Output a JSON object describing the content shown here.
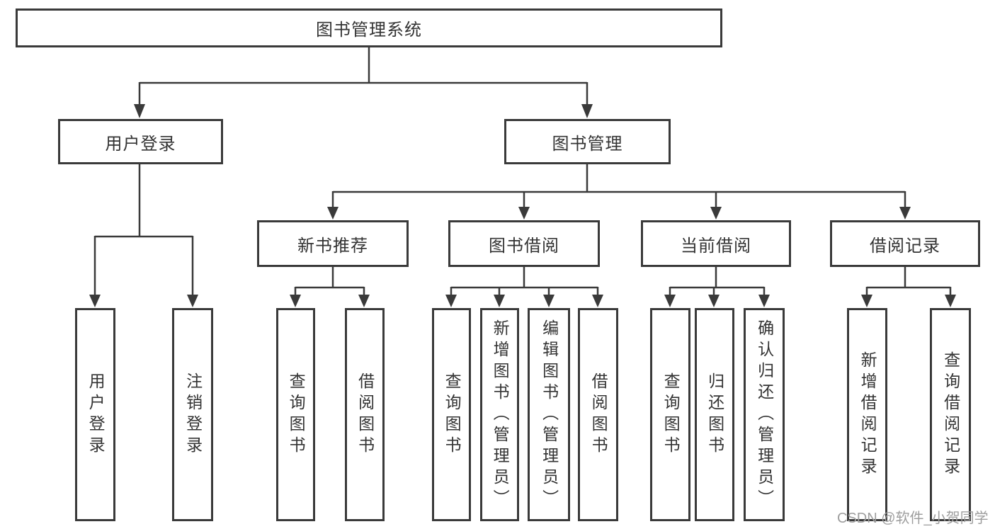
{
  "diagram": {
    "title": "图书管理系统",
    "tree": {
      "label": "图书管理系统",
      "children": [
        {
          "label": "用户登录",
          "children": [
            {
              "label": "用户登录"
            },
            {
              "label": "注销登录"
            }
          ]
        },
        {
          "label": "图书管理",
          "children": [
            {
              "label": "新书推荐",
              "children": [
                {
                  "label": "查询图书"
                },
                {
                  "label": "借阅图书"
                }
              ]
            },
            {
              "label": "图书借阅",
              "children": [
                {
                  "label": "查询图书"
                },
                {
                  "label": "新增图书（管理员）"
                },
                {
                  "label": "编辑图书（管理员）"
                },
                {
                  "label": "借阅图书"
                }
              ]
            },
            {
              "label": "当前借阅",
              "children": [
                {
                  "label": "查询图书"
                },
                {
                  "label": "归还图书"
                },
                {
                  "label": "确认归还（管理员）"
                }
              ]
            },
            {
              "label": "借阅记录",
              "children": [
                {
                  "label": "新增借阅记录"
                },
                {
                  "label": "查询借阅记录"
                }
              ]
            }
          ]
        }
      ]
    }
  },
  "watermark": {
    "text": "CSDN @软件_小贺同学"
  },
  "colors": {
    "line": "#3a3a3a",
    "text": "#333333",
    "watermark": "#9e9e9e",
    "background": "#ffffff"
  }
}
